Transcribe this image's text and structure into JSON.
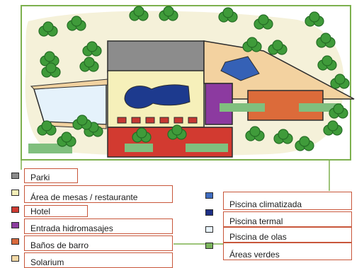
{
  "legend_left": [
    {
      "label": "Parki",
      "swatch": "#8a8a8a"
    },
    {
      "label": "Área de mesas / restaurante",
      "swatch": "#f5efb8"
    },
    {
      "label": "Hotel",
      "swatch": "#cf3b32"
    },
    {
      "label": "Entrada hidromasajes",
      "swatch": "#8d3ea0"
    },
    {
      "label": "Baños de barro",
      "swatch": "#d9693c"
    },
    {
      "label": "Solarium",
      "swatch": "#f3d9a6"
    }
  ],
  "legend_right": [
    {
      "label": "Piscina climatizada",
      "swatch": "#3f6cc0"
    },
    {
      "label": "Piscina termal",
      "swatch": "#1d2f86"
    },
    {
      "label": "Piscina de olas",
      "swatch": "#e8f3fb"
    },
    {
      "label": "Áreas verdes",
      "swatch": "#7ab55c"
    }
  ],
  "colors": {
    "frame": "#7db04e",
    "border": "#c8563a",
    "tree": "#3f9b3a",
    "tree_dark": "#256d25"
  }
}
